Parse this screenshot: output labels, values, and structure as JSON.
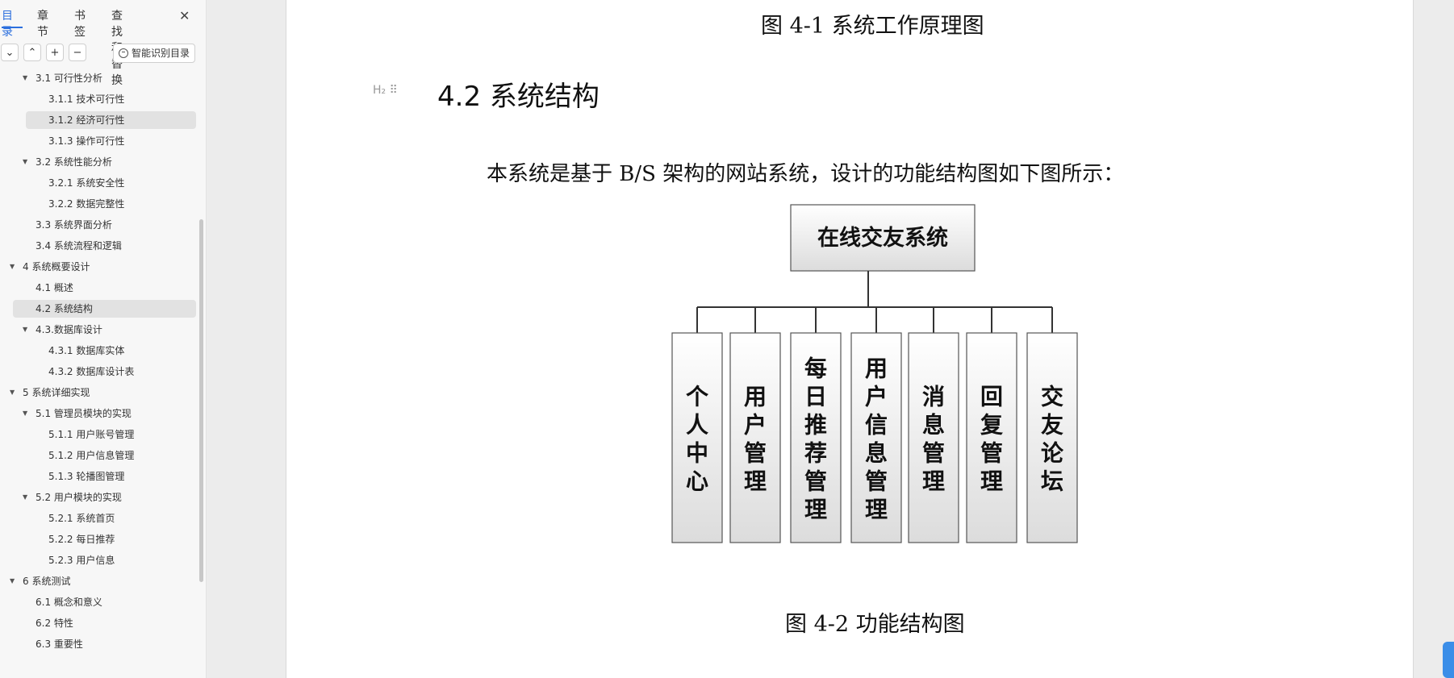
{
  "sidebar": {
    "tabs": [
      "目录",
      "章节",
      "书签",
      "查找和替换"
    ],
    "close": "✕",
    "toolbar": {
      "collapse": "⌄",
      "expand": "⌃",
      "add": "+",
      "remove": "−",
      "smart": "智能识别目录"
    },
    "toc": [
      {
        "label": "3.1 可行性分析",
        "level": 2,
        "caret": true
      },
      {
        "label": "3.1.1 技术可行性",
        "level": 3
      },
      {
        "label": "3.1.2 经济可行性",
        "level": 3,
        "selected": true
      },
      {
        "label": "3.1.3 操作可行性",
        "level": 3
      },
      {
        "label": "3.2 系统性能分析",
        "level": 2,
        "caret": true
      },
      {
        "label": "3.2.1  系统安全性",
        "level": 3
      },
      {
        "label": "3.2.2  数据完整性",
        "level": 3
      },
      {
        "label": "3.3 系统界面分析",
        "level": 2
      },
      {
        "label": "3.4 系统流程和逻辑",
        "level": 2
      },
      {
        "label": "4 系统概要设计",
        "level": 1,
        "caret": true
      },
      {
        "label": "4.1 概述",
        "level": 2
      },
      {
        "label": "4.2 系统结构",
        "level": 2,
        "selected": true
      },
      {
        "label": "4.3.数据库设计",
        "level": 2,
        "caret": true
      },
      {
        "label": "4.3.1 数据库实体",
        "level": 3
      },
      {
        "label": "4.3.2 数据库设计表",
        "level": 3
      },
      {
        "label": "5 系统详细实现",
        "level": 1,
        "caret": true
      },
      {
        "label": "5.1  管理员模块的实现",
        "level": 2,
        "caret": true
      },
      {
        "label": "5.1.1  用户账号管理",
        "level": 3
      },
      {
        "label": "5.1.2  用户信息管理",
        "level": 3
      },
      {
        "label": "5.1.3  轮播图管理",
        "level": 3
      },
      {
        "label": "5.2  用户模块的实现",
        "level": 2,
        "caret": true
      },
      {
        "label": "5.2.1  系统首页",
        "level": 3
      },
      {
        "label": "5.2.2  每日推荐",
        "level": 3
      },
      {
        "label": "5.2.3  用户信息",
        "level": 3
      },
      {
        "label": "6 系统测试",
        "level": 1,
        "caret": true
      },
      {
        "label": "6.1 概念和意义",
        "level": 2
      },
      {
        "label": "6.2 特性",
        "level": 2
      },
      {
        "label": "6.3 重要性",
        "level": 2
      }
    ]
  },
  "document": {
    "caption_top": "图 4-1 系统工作原理图",
    "heading_marker": "H₂ ⠿",
    "heading": "4.2 系统结构",
    "paragraph": "本系统是基于 B/S 架构的网站系统，设计的功能结构图如下图所示：",
    "diagram": {
      "root": "在线交友系统",
      "children": [
        "个人中心",
        "用户管理",
        "每日推荐管理",
        "用户信息管理",
        "消息管理",
        "回复管理",
        "交友论坛"
      ]
    },
    "caption_bottom": "图 4-2 功能结构图"
  }
}
